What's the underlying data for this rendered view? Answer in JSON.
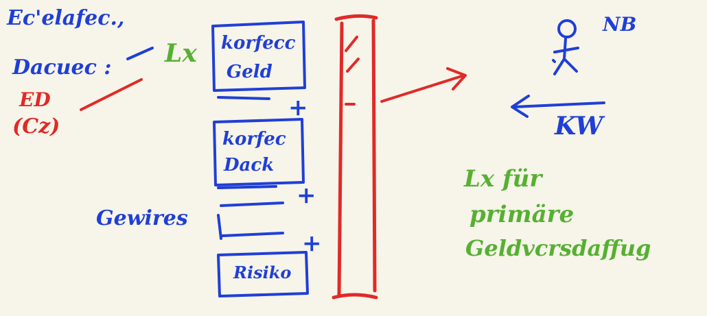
{
  "colors": {
    "background": "#f7f4e9",
    "blue_ink": "#1f3fd6",
    "red_ink": "#e02a28",
    "green_ink": "#56b032"
  },
  "left_labels": {
    "line1": "Ec'elafec.,",
    "line2": "Dacuec :",
    "red_line1": "ED",
    "red_line2": "(Cz)",
    "green_lx": "Lx"
  },
  "stack": {
    "box1_line1": "korfecc",
    "box1_line2": "Geld",
    "box2_line1": "korfec",
    "box2_line2": "Dack",
    "side_label": "Gewires",
    "box4": "Risiko",
    "plus1": "+",
    "plus2": "+",
    "plus3": "+"
  },
  "right": {
    "person_label": "NB",
    "kw_label": "KW",
    "green_line1": "Lx für",
    "green_line2": "primäre",
    "green_line3": "Geldvcrsdaffug"
  }
}
